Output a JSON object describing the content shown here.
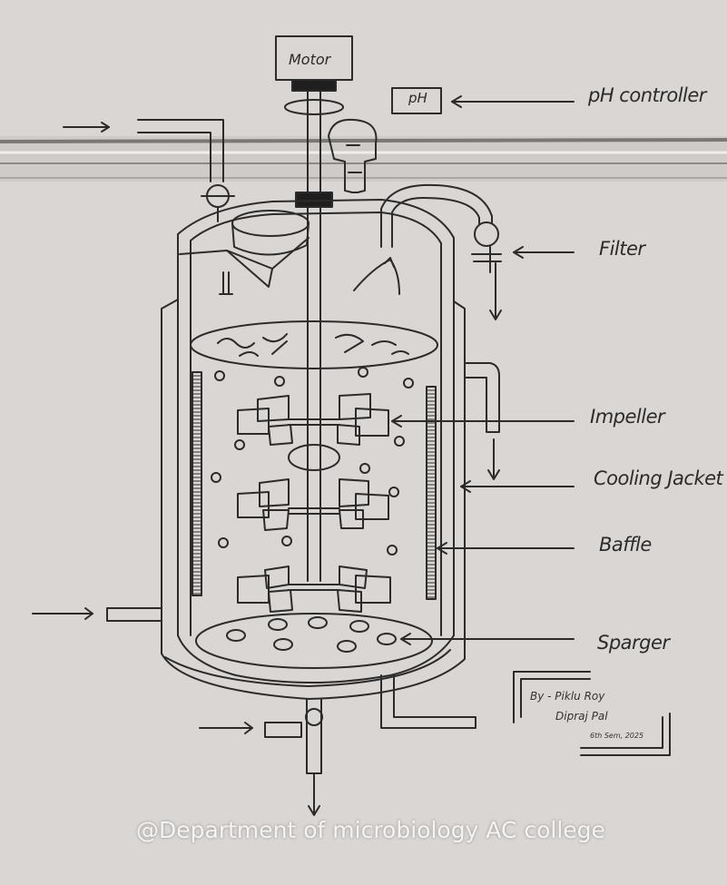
{
  "labels": {
    "motor": "Motor",
    "ph_box": "pH",
    "ph_controller": "pH controller",
    "filter": "Filter",
    "impeller": "Impeller",
    "cooling_jacket": "Cooling Jacket",
    "baffle": "Baffle",
    "sparger": "Sparger"
  },
  "credits": {
    "author_1": "By - Piklu Roy",
    "author_2": "Dipraj Pal",
    "semester": "6th Sem, 2025"
  },
  "watermark": "@Department of microbiology AC college",
  "colors": {
    "wall": "#d9d6d4",
    "ink": "#2b2b2b",
    "molding": "#c9c6c3",
    "watermark": "#f4f4f4"
  }
}
